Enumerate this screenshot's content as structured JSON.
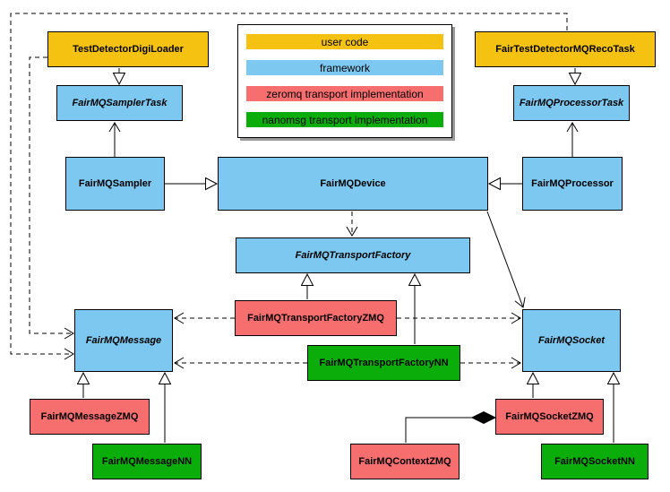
{
  "colors": {
    "user_code": "#F5C211",
    "framework": "#7DC8F0",
    "zeromq": "#F76E6E",
    "nanomsg": "#0BAD0B",
    "line": "#000000",
    "background": "#FFFFFF"
  },
  "legend": {
    "items": [
      {
        "label": "user code",
        "category": "user_code"
      },
      {
        "label": "framework",
        "category": "framework"
      },
      {
        "label": "zeromq transport implementation",
        "category": "zeromq"
      },
      {
        "label": "nanomsg transport implementation",
        "category": "nanomsg"
      }
    ]
  },
  "nodes": {
    "testDetectorDigiLoader": {
      "label": "TestDetectorDigiLoader",
      "category": "user_code",
      "abstract": false
    },
    "fairTestDetectorMQRecoTask": {
      "label": "FairTestDetectorMQRecoTask",
      "category": "user_code",
      "abstract": false
    },
    "fairMQSamplerTask": {
      "label": "FairMQSamplerTask",
      "category": "framework",
      "abstract": true
    },
    "fairMQProcessorTask": {
      "label": "FairMQProcessorTask",
      "category": "framework",
      "abstract": true
    },
    "fairMQSampler": {
      "label": "FairMQSampler",
      "category": "framework",
      "abstract": false
    },
    "fairMQDevice": {
      "label": "FairMQDevice",
      "category": "framework",
      "abstract": false
    },
    "fairMQProcessor": {
      "label": "FairMQProcessor",
      "category": "framework",
      "abstract": false
    },
    "fairMQTransportFactory": {
      "label": "FairMQTransportFactory",
      "category": "framework",
      "abstract": true
    },
    "fairMQTransportFactoryZMQ": {
      "label": "FairMQTransportFactoryZMQ",
      "category": "zeromq",
      "abstract": false
    },
    "fairMQTransportFactoryNN": {
      "label": "FairMQTransportFactoryNN",
      "category": "nanomsg",
      "abstract": false
    },
    "fairMQMessage": {
      "label": "FairMQMessage",
      "category": "framework",
      "abstract": true
    },
    "fairMQSocket": {
      "label": "FairMQSocket",
      "category": "framework",
      "abstract": true
    },
    "fairMQMessageZMQ": {
      "label": "FairMQMessageZMQ",
      "category": "zeromq",
      "abstract": false
    },
    "fairMQMessageNN": {
      "label": "FairMQMessageNN",
      "category": "nanomsg",
      "abstract": false
    },
    "fairMQContextZMQ": {
      "label": "FairMQContextZMQ",
      "category": "zeromq",
      "abstract": false
    },
    "fairMQSocketZMQ": {
      "label": "FairMQSocketZMQ",
      "category": "zeromq",
      "abstract": false
    },
    "fairMQSocketNN": {
      "label": "FairMQSocketNN",
      "category": "nanomsg",
      "abstract": false
    }
  },
  "edges": [
    {
      "from": "TestDetectorDigiLoader",
      "to": "FairMQSamplerTask",
      "style": "solid",
      "head": "hollow-triangle"
    },
    {
      "from": "FairTestDetectorMQRecoTask",
      "to": "FairMQProcessorTask",
      "style": "solid",
      "head": "hollow-triangle"
    },
    {
      "from": "FairMQSampler",
      "to": "FairMQSamplerTask",
      "style": "solid",
      "head": "open-arrow"
    },
    {
      "from": "FairMQProcessor",
      "to": "FairMQProcessorTask",
      "style": "solid",
      "head": "open-arrow"
    },
    {
      "from": "FairMQSampler",
      "to": "FairMQDevice",
      "style": "solid",
      "head": "hollow-triangle"
    },
    {
      "from": "FairMQProcessor",
      "to": "FairMQDevice",
      "style": "solid",
      "head": "hollow-triangle"
    },
    {
      "from": "FairMQDevice",
      "to": "FairMQTransportFactory",
      "style": "dashed",
      "head": "open-arrow"
    },
    {
      "from": "FairMQDevice",
      "to": "FairMQSocket",
      "style": "solid",
      "head": "open-arrow"
    },
    {
      "from": "FairMQTransportFactoryZMQ",
      "to": "FairMQTransportFactory",
      "style": "solid",
      "head": "hollow-triangle"
    },
    {
      "from": "FairMQTransportFactoryNN",
      "to": "FairMQTransportFactory",
      "style": "solid",
      "head": "hollow-triangle"
    },
    {
      "from": "FairMQTransportFactoryZMQ",
      "to": "FairMQMessage",
      "style": "dashed",
      "head": "open-arrow"
    },
    {
      "from": "FairMQTransportFactoryZMQ",
      "to": "FairMQSocket",
      "style": "dashed",
      "head": "open-arrow"
    },
    {
      "from": "FairMQTransportFactoryNN",
      "to": "FairMQMessage",
      "style": "dashed",
      "head": "open-arrow"
    },
    {
      "from": "FairMQTransportFactoryNN",
      "to": "FairMQSocket",
      "style": "dashed",
      "head": "open-arrow"
    },
    {
      "from": "FairTestDetectorMQRecoTask",
      "to": "FairMQMessage",
      "style": "dashed",
      "head": "open-arrow"
    },
    {
      "from": "TestDetectorDigiLoader",
      "to": "FairMQMessage",
      "style": "dashed",
      "head": "open-arrow"
    },
    {
      "from": "FairMQMessageZMQ",
      "to": "FairMQMessage",
      "style": "solid",
      "head": "hollow-triangle"
    },
    {
      "from": "FairMQMessageNN",
      "to": "FairMQMessage",
      "style": "solid",
      "head": "hollow-triangle"
    },
    {
      "from": "FairMQSocketZMQ",
      "to": "FairMQSocket",
      "style": "solid",
      "head": "hollow-triangle"
    },
    {
      "from": "FairMQSocketNN",
      "to": "FairMQSocket",
      "style": "solid",
      "head": "hollow-triangle"
    },
    {
      "from": "FairMQContextZMQ",
      "to": "FairMQSocketZMQ",
      "style": "solid",
      "head": "filled-diamond"
    }
  ]
}
